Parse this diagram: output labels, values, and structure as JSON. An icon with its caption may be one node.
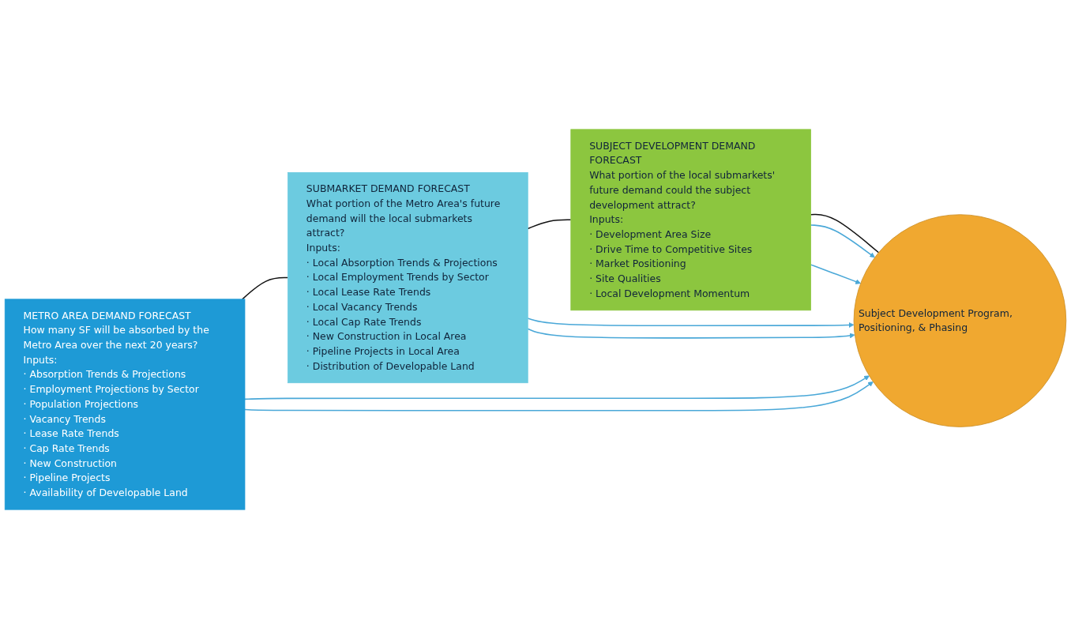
{
  "diagram": {
    "nodes": [
      {
        "text": [
          "METRO AREA DEMAND FORECAST",
          "How many SF will be absorbed by the Metro Area over the next 20 years?",
          "Inputs:",
          "· Absorption Trends & Projections",
          "· Employment Projections by Sector",
          "· Population Projections",
          "· Vacancy Trends",
          "· Lease Rate Trends",
          "· Cap Rate Trends",
          "· New Construction",
          "· Pipeline Projects",
          "· Availability of Developable Land"
        ]
      },
      {
        "text": [
          "SUBMARKET DEMAND FORECAST",
          "What portion of the Metro Area's future demand will the local submarkets attract?",
          "Inputs:",
          "· Local Absorption Trends & Projections",
          "· Local Employment Trends by Sector",
          "· Local Lease Rate Trends",
          "· Local Vacancy Trends",
          "· Local Cap Rate Trends",
          "· New Construction in Local Area",
          "· Pipeline Projects in Local Area",
          "· Distribution of Developable Land"
        ]
      },
      {
        "text": [
          "SUBJECT DEVELOPMENT DEMAND FORECAST",
          "What portion of the local submarkets' future demand could the subject development attract?",
          "Inputs:",
          "· Development Area Size",
          "· Drive Time to Competitive Sites",
          "· Market Positioning",
          "· Site Qualities",
          "· Local Development Momentum"
        ]
      },
      {
        "text": [
          "Subject Development Program, Positioning, & Phasing"
        ]
      }
    ],
    "edges": [
      {
        "from": 0,
        "to": 1,
        "arrow": "none",
        "color": "#111111"
      },
      {
        "from": 1,
        "to": 2,
        "arrow": "none",
        "color": "#111111"
      },
      {
        "from": 2,
        "to": 3,
        "arrow": "none",
        "color": "#111111"
      },
      {
        "from": 0,
        "to": 3,
        "arrow": "to"
      },
      {
        "from": 1,
        "to": 3,
        "arrow": "to"
      },
      {
        "from": 2,
        "to": 3,
        "arrow": "to"
      },
      {
        "from": 2,
        "to": 3,
        "arrow": "to"
      },
      {
        "from": 1,
        "to": 3,
        "arrow": "to"
      },
      {
        "from": 0,
        "to": 3,
        "arrow": "to"
      }
    ]
  }
}
